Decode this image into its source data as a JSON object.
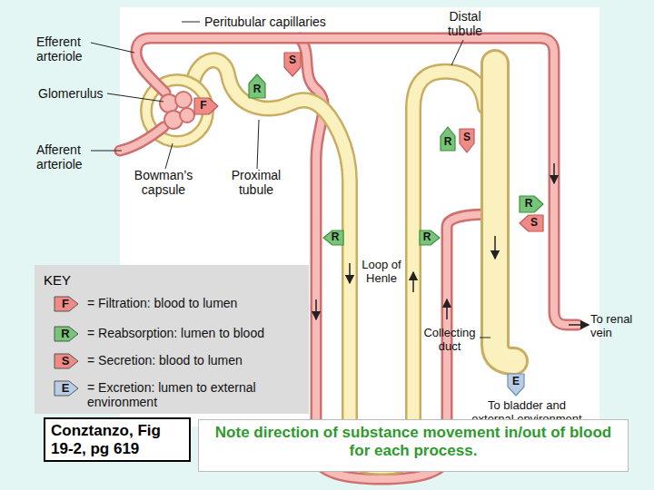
{
  "diagram": {
    "caption": "Note direction of substance movement in/out of blood for each process.",
    "nodes": [
      {
        "text": [
          "KEY"
        ]
      },
      {
        "text": [
          "Conztanzo, Fig 19-2, pg 619"
        ]
      }
    ],
    "labels": [
      "Peritubular capillaries",
      "Distal tubule",
      "Efferent arteriole",
      "S",
      "R",
      "Glomerulus",
      "F",
      "Afferent arteriole",
      "R",
      "S",
      "Bowman’s capsule",
      "Proximal tubule",
      "R",
      "S",
      "R",
      "R",
      "Loop of Henle",
      "Collecting duct",
      "To renal vein",
      "E",
      "To bladder and external environment",
      "F",
      "R",
      "S",
      "E"
    ],
    "legend": [
      {
        "text": "= Filtration: blood to lumen",
        "color": "#f08a86"
      },
      {
        "text": "= Reabsorption: lumen to blood",
        "color": "#78c478"
      },
      {
        "text": "= Secretion: blood to lumen",
        "color": "#f08a86"
      },
      {
        "text": "= Excretion: lumen to external environment",
        "color": "#b9cde6"
      }
    ]
  }
}
